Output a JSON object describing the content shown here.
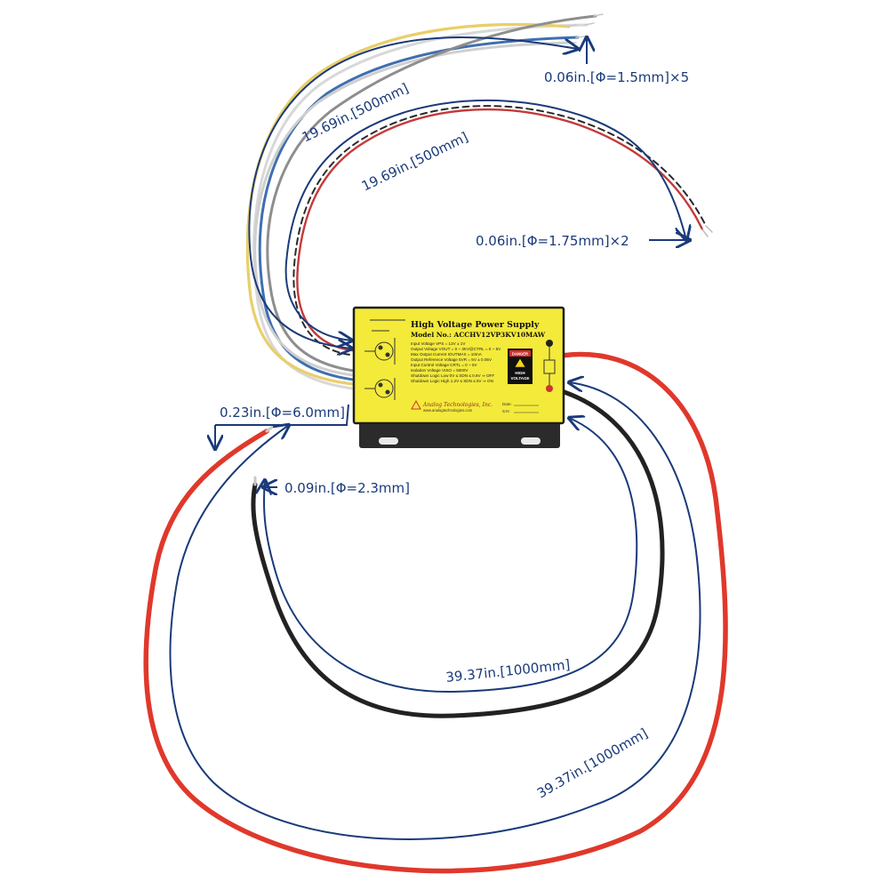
{
  "device": {
    "title": "High Voltage Power Supply",
    "model": "Model No.: ACCHV12VP3KV10MAW",
    "specs": [
      "Input Voltage VPS = 12V ± 1V",
      "Output Voltage VOUT = 0 ~ 3KV@CTRL = 0 ~ 5V",
      "Max Output Current IOUTMAX = 10mA",
      "Output Reference Voltage 5VR = 5V ± 0.05V",
      "Input Control Voltage CRTL = 0 ~ 5V",
      "Isolation Voltage VISO = 5000V",
      "Shutdown Logic Low 0V ≤ SDN ≤ 0.8V ⇒ OFF",
      "Shutdown Logic High 1.2V ≤ SDN ≤ 5V ⇒ ON"
    ],
    "company": "Analog Technologies, Inc.",
    "website": "www.analogtechnologies.com",
    "danger_label": "DANGER",
    "warning_label_1": "HIGH",
    "warning_label_2": "VOLTAGE",
    "date_label": "Date:",
    "sn_label": "S.N:"
  },
  "dimensions": {
    "signal_wire_length": "19.69in.[500mm]",
    "signal_wire_gauge": "0.06in.[Φ=1.5mm]×5",
    "twisted_pair_length": "19.69in.[500mm]",
    "twisted_pair_gauge": "0.06in.[Φ=1.75mm]×2",
    "hv_red_gauge": "0.23in.[Φ=6.0mm]",
    "hv_black_gauge": "0.09in.[Φ=2.3mm]",
    "black_length": "39.37in.[1000mm]",
    "red_length": "39.37in.[1000mm]"
  },
  "colors": {
    "housing": "#f4ea3a",
    "dim_line": "#1a3a7a",
    "red_wire": "#e0382b",
    "black_wire": "#222222"
  }
}
